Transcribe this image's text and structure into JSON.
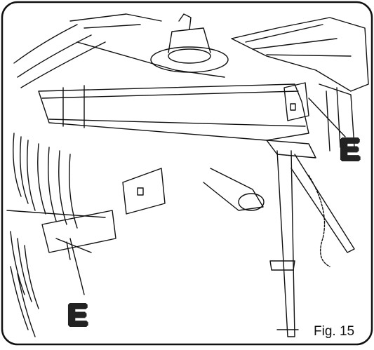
{
  "figure": {
    "caption": "Fig. 15",
    "callouts": [
      {
        "id": "right",
        "text": "E"
      },
      {
        "id": "left",
        "text": "E"
      }
    ]
  },
  "colors": {
    "line": "#111111",
    "background": "#ffffff"
  }
}
